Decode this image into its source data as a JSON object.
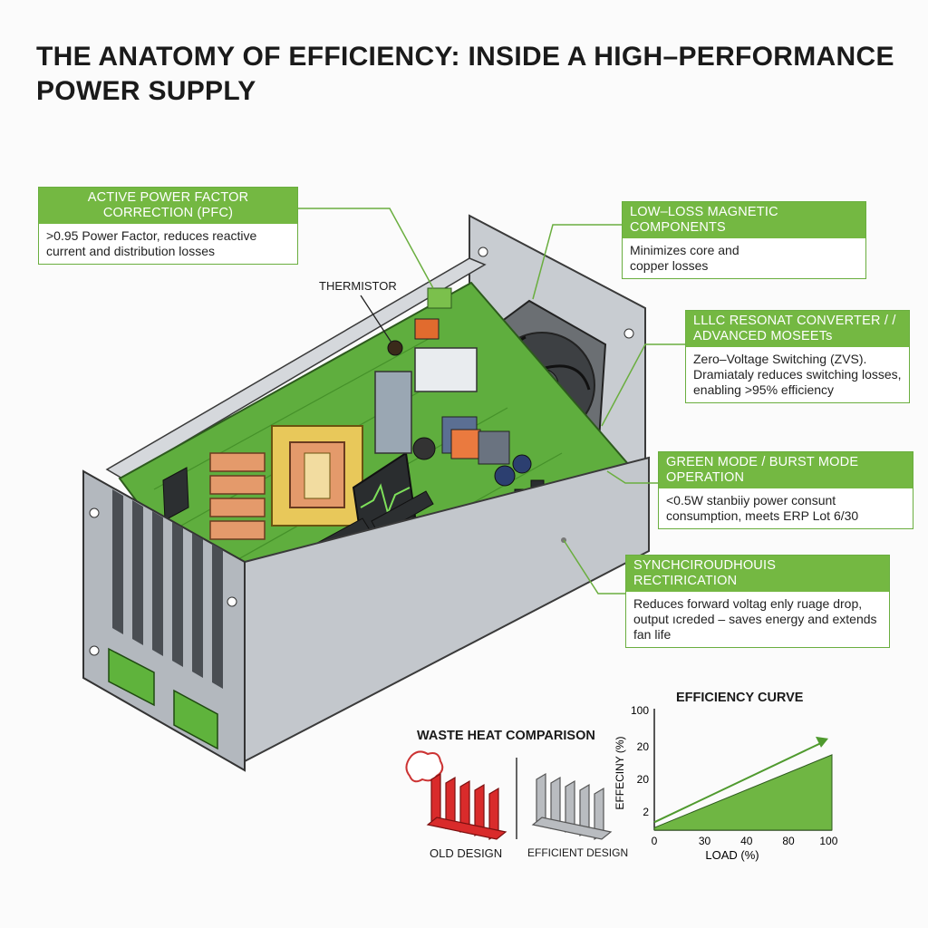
{
  "title": "THE ANATOMY OF EFFICIENCY:  INSIDE  A HIGH–PERFORMANCE POWER SUPPLY",
  "callouts": {
    "pfc": {
      "heading": "ACTIVE POWER FACTOR CORRECTION (PFC)",
      "body": ">0.95 Power Factor, reduces reactive current and distribution losses"
    },
    "magnetics": {
      "heading": "LOW–LOSS MAGNETIC COMPONENTS",
      "body": "Minimizes core and copper losses"
    },
    "llc": {
      "heading": "LLLC RESONAT CONVERTER / / ADVANCED MOSEETs",
      "body": "Zero–Voltage Switching (ZVS). Dramiataly reduces switching losses, enabling >95% efficiency"
    },
    "green_mode": {
      "heading": "GREEN MODE / BURST MODE OPERATION",
      "body": "<0.5W stanbiiy power consunt consumption, meets ERP Lot 6/30"
    },
    "sync_rect": {
      "heading": "SYNCHCIROUDHOUIS RECTIRICATION",
      "body": "Reduces forward voltag enly ruage drop, output ıcreded – saves energy and extends fan life"
    }
  },
  "thermistor_label": "THERMISTOR",
  "waste_heat": {
    "title": "WASTE HEAT COMPARISON",
    "old_label": "OLD DESIGN",
    "efficient_label": "EFFICIENT DESIGN",
    "colors": {
      "old": "#d92b2b",
      "efficient": "#b9bcc0"
    }
  },
  "chart_data": {
    "type": "area",
    "title": "EFFICIENCY CURVE",
    "xlabel": "LOAD (%)",
    "ylabel": "EFFECINY (%)",
    "x_ticks": [
      "0",
      "30",
      "40",
      "80",
      "100"
    ],
    "y_ticks": [
      "100",
      "20",
      "20",
      "2"
    ],
    "series": [
      {
        "x": [
          0,
          100
        ],
        "y": [
          2,
          62
        ]
      }
    ],
    "color": "#6fb643",
    "arrow_color": "#4f9a2e"
  }
}
